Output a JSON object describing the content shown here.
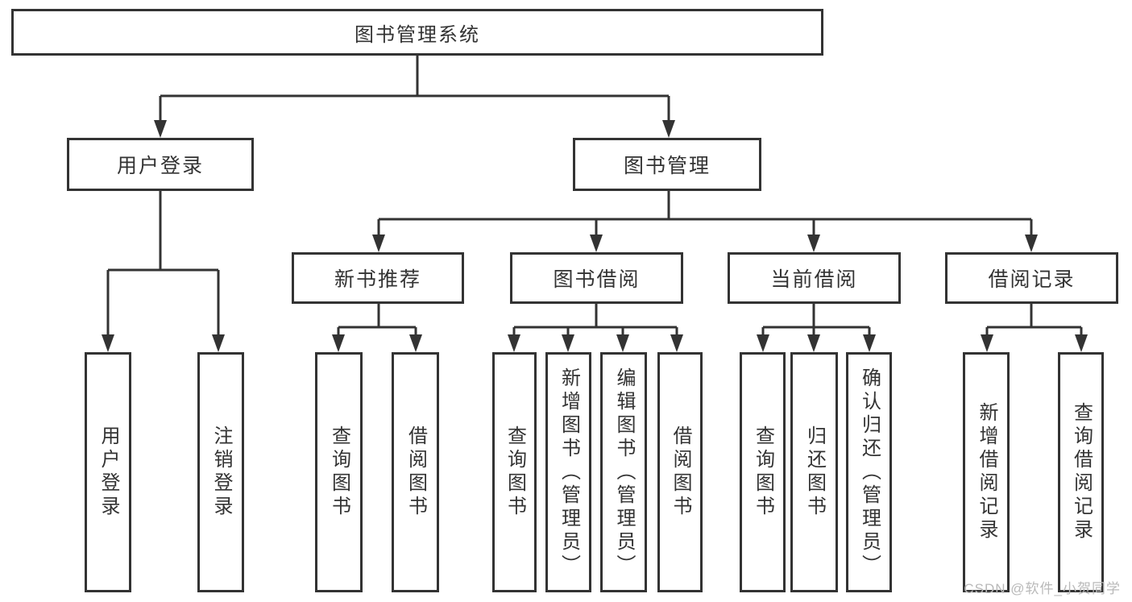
{
  "diagram": {
    "tree": {
      "root": {
        "label": "图书管理系统"
      },
      "children": [
        {
          "label": "用户登录",
          "children": [
            {
              "label": "用户登录"
            },
            {
              "label": "注销登录"
            }
          ]
        },
        {
          "label": "图书管理",
          "children": [
            {
              "label": "新书推荐",
              "children": [
                {
                  "label": "查询图书"
                },
                {
                  "label": "借阅图书"
                }
              ]
            },
            {
              "label": "图书借阅",
              "children": [
                {
                  "label": "查询图书"
                },
                {
                  "label": "新增图书（管理员）"
                },
                {
                  "label": "编辑图书（管理员）"
                },
                {
                  "label": "借阅图书"
                }
              ]
            },
            {
              "label": "当前借阅",
              "children": [
                {
                  "label": "查询图书"
                },
                {
                  "label": "归还图书"
                },
                {
                  "label": "确认归还（管理员）"
                }
              ]
            },
            {
              "label": "借阅记录",
              "children": [
                {
                  "label": "新增借阅记录"
                },
                {
                  "label": "查询借阅记录"
                }
              ]
            }
          ]
        }
      ]
    },
    "watermark": "CSDN @软件_小贺同学",
    "colors": {
      "line": "#333333",
      "box_border": "#333333",
      "text": "#333333",
      "watermark": "#b9b9b9",
      "background": "#ffffff"
    }
  }
}
